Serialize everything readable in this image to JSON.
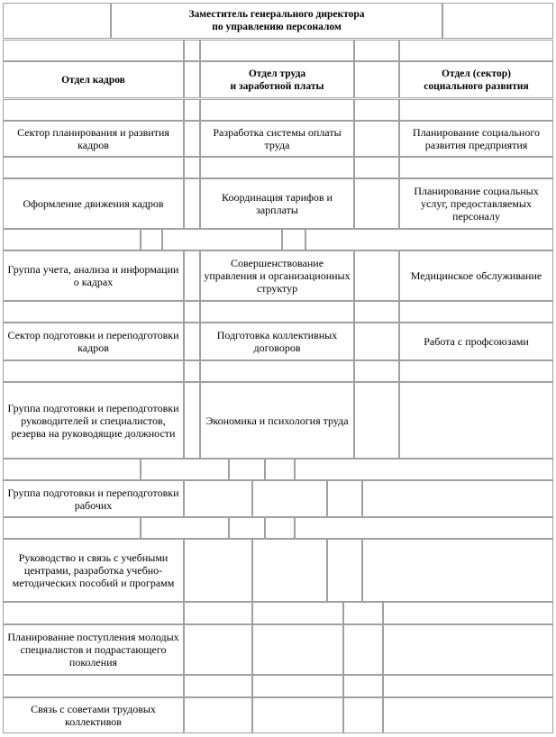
{
  "org_chart": {
    "head": "Заместитель генерального директора\nпо управлению персоналом",
    "departments": {
      "personnel": "Отдел кадров",
      "labor_wages": "Отдел труда\nи заработной платы",
      "social_development": "Отдел (сектор)\nсоциального развития"
    },
    "personnel_units": [
      "Сектор планирования и развития кадров",
      "Оформление движения кадров",
      "Группа учета, анализа и информации о кадрах",
      "Сектор подготовки и переподготовки кадров",
      "Группа подготовки и переподготовки руководителей и специалистов, резерва на руководящие должности",
      "Группа подготовки и переподготовки рабочих",
      "Руководство и связь с учебными центрами, разработка учебно-методических пособий и программ",
      "Планирование поступления молодых специалистов и подрастающего поколения",
      "Связь с советами трудовых коллективов"
    ],
    "labor_units": [
      "Разработка системы оплаты труда",
      "Координация тарифов и зарплаты",
      "Совершенствование управления и организационных структур",
      "Подготовка коллективных договоров",
      "Экономика и психология труда"
    ],
    "social_units": [
      "Планирование социального развития предприятия",
      "Планирование социальных услуг, предоставляемых персоналу",
      "Медицинское обслуживание",
      "Работа с профсоюзами"
    ]
  }
}
